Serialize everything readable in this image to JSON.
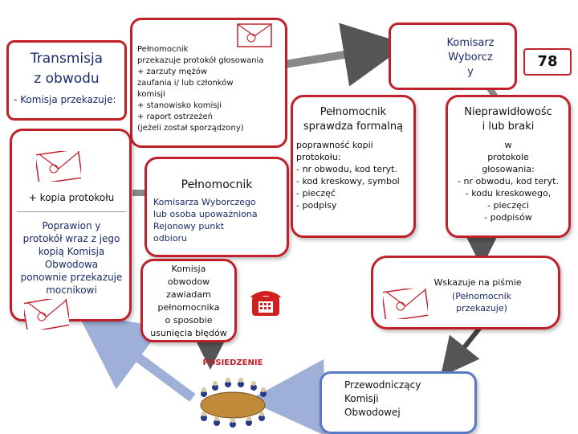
{
  "page_number": "78",
  "transmisja": {
    "title_line1": "Transmisja",
    "title_line2": "z obwodu",
    "subtitle": "- Komisja przekazuje:"
  },
  "left_box": {
    "kopia": "+ kopia protokołu",
    "poprawiony": "Poprawion y\nprotokół wraz z jego\nkopią Komisja\nObwodowa\nponownie przekazuje\nmocnikowi"
  },
  "top_center": {
    "lines": "Pełnomocnik\nprzekazuje protokół głosowania\n+ zarzuty mężów\nzaufania i/ lub członków\nkomisji\n+ stanowisko komisji\n+ raport ostrzeżeń\n(jeżeli został sporządzony)"
  },
  "komisarz": "Komisarz\nWyborcz\ny",
  "pelnomocnik_check": {
    "title": "Pełnomocnik\nsprawdza formalną",
    "body": "poprawność kopii\nprotokołu:\n- nr obwodu, kod teryt.\n- kod kreskowy, symbol\n- pieczęć\n- podpisy"
  },
  "nieprawidlowosci": {
    "title": "Nieprawidłowośc\ni lub braki",
    "body": "w\nprotokole\ngłosowania:\n- nr obwodu, kod teryt.\n- kodu kreskowego,\n- pieczęci\n- podpisów"
  },
  "mid_center": {
    "title": "Pełnomocnik",
    "body": "Komisarza Wyborczego\nlub osoba upoważniona\nRejonowy          punkt\nodbioru"
  },
  "komisja_obwodowa": "Komisja\nobwodow\nzawiadam\npełnomocnika\no sposobie\nusunięcia błędów",
  "wskazuje": {
    "line1": "Wskazuje na piśmie",
    "line2": "(Pełnomocnik\nprzekazuje)"
  },
  "posiedzenie": "POSIEDZENIE",
  "przewodniczacy": "Przewodniczący\nKomisji\nObwodowej",
  "colors": {
    "red": "#c0202a",
    "grey": "#9a9aa8",
    "blue": "#5a78c8"
  },
  "icons": [
    "envelope-icon",
    "telephone-icon",
    "meeting-table-icon"
  ]
}
